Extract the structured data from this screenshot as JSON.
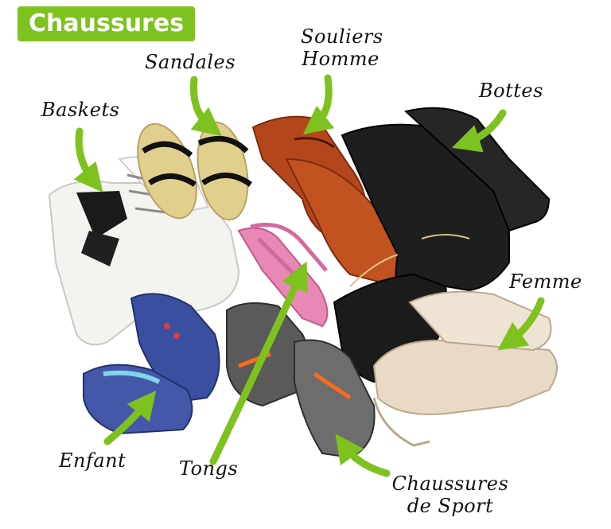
{
  "title": "Chaussures",
  "labels": {
    "sandales": "Sandales",
    "souliers_line1": "Souliers",
    "souliers_line2": "Homme",
    "bottes": "Bottes",
    "baskets": "Baskets",
    "femme": "Femme",
    "enfant": "Enfant",
    "tongs": "Tongs",
    "sport_line1": "Chaussures",
    "sport_line2": "de Sport"
  },
  "colors": {
    "accent": "#7dc21e",
    "boot": "#1e1e1e",
    "loafer": "#b5461c",
    "sandal_sole": "#e2cf8e",
    "flip_flop": "#e889b5",
    "kids": "#3b4fa1",
    "heel": "#e8dac6"
  }
}
